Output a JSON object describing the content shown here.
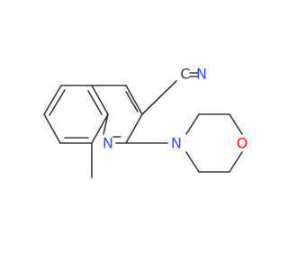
{
  "molecule": {
    "atoms": {
      "n_ring": "N",
      "n_nitrile": "N",
      "c_nitrile": "C",
      "n_morpholine": "N",
      "o_morpholine": "O"
    },
    "colors": {
      "bond": "#3a3a3a",
      "nitrogen": "#3050f8",
      "oxygen": "#ff0d0d",
      "carbon": "#3a3a3a",
      "background": "#ffffff"
    }
  }
}
